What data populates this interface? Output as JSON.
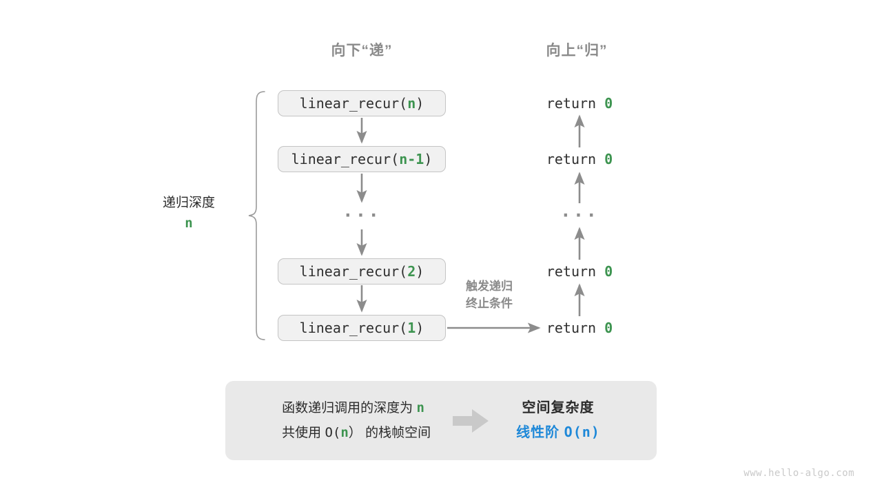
{
  "headers": {
    "down": "向下“递”",
    "up": "向上“归”"
  },
  "depth": {
    "label": "递归深度",
    "value": "n"
  },
  "call_stack": [
    {
      "prefix": "linear_recur(",
      "arg": "n",
      "suffix": ")"
    },
    {
      "prefix": "linear_recur(",
      "arg": "n-1",
      "suffix": ")"
    },
    {
      "ellipsis": "···"
    },
    {
      "prefix": "linear_recur(",
      "arg": "2",
      "suffix": ")"
    },
    {
      "prefix": "linear_recur(",
      "arg": "1",
      "suffix": ")"
    }
  ],
  "returns": [
    {
      "keyword": "return",
      "value": "0"
    },
    {
      "keyword": "return",
      "value": "0"
    },
    {
      "ellipsis": "···"
    },
    {
      "keyword": "return",
      "value": "0"
    },
    {
      "keyword": "return",
      "value": "0"
    }
  ],
  "trigger_note": {
    "line1": "触发递归",
    "line2": "终止条件"
  },
  "summary": {
    "left_line1_pre": "函数递归调用的深度为",
    "left_line1_var": "n",
    "left_line2_pre": "共使用",
    "left_line2_bigo_open": "O(",
    "left_line2_bigo_var": "n",
    "left_line2_bigo_close": "）",
    "left_line2_post": "的栈帧空间",
    "right_title": "空间复杂度",
    "right_value_text": "线性阶",
    "right_value_mono": "O(n)"
  },
  "watermark": "www.hello-algo.com",
  "colors": {
    "green": "#3d9450",
    "blue": "#1e88d8",
    "gray_stroke": "#8c8c8c",
    "box_fill": "#f1f1f1",
    "box_border": "#c4c4c4",
    "panel_fill": "#e9e9e9",
    "heading_gray": "#8a8a8a"
  }
}
